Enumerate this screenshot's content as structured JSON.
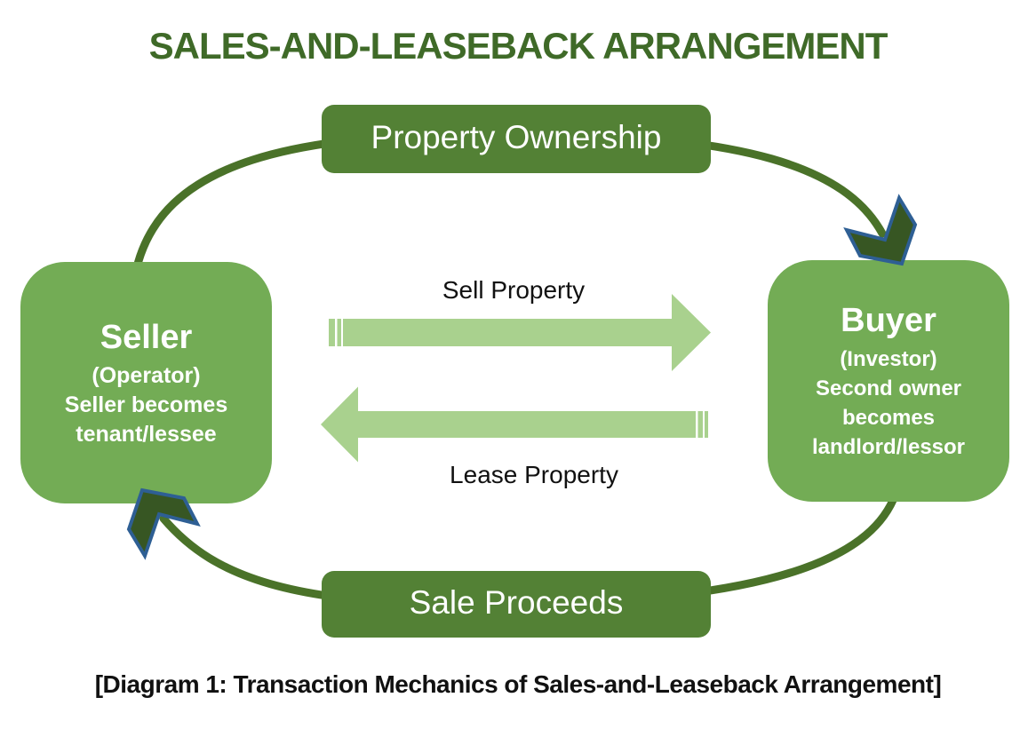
{
  "title": "SALES-AND-LEASEBACK ARRANGEMENT",
  "caption": "[Diagram 1: Transaction Mechanics of Sales-and-Leaseback Arrangement]",
  "cycle": {
    "top_label": "Property Ownership",
    "bottom_label": "Sale Proceeds"
  },
  "nodes": {
    "seller": {
      "name": "Seller",
      "role": "(Operator)",
      "lines": [
        "Seller becomes",
        "tenant/lessee"
      ]
    },
    "buyer": {
      "name": "Buyer",
      "role": "(Investor)",
      "lines": [
        "Second owner",
        "becomes",
        "landlord/lessor"
      ]
    }
  },
  "flows": {
    "sell": {
      "label": "Sell Property"
    },
    "lease": {
      "label": "Lease Property"
    }
  },
  "icons": {
    "cycle_arrowhead": "chevron-arrowhead"
  },
  "colors": {
    "title_green": "#3F6A28",
    "pill_green": "#538135",
    "node_green": "#73AC55",
    "flow_green": "#A9D18E",
    "curve_green": "#4A7229",
    "chevron_green": "#375623",
    "chevron_blue": "#2E5F94",
    "text_black": "#111111"
  }
}
